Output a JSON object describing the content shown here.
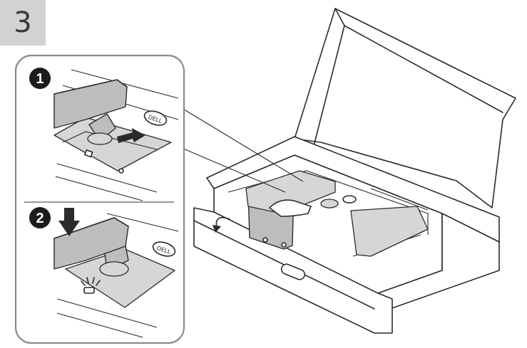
{
  "step_number": "3",
  "sub_steps": [
    "1",
    "2"
  ],
  "logo_text": "DELL",
  "icons": [
    "push-arrow-icon",
    "press-down-arrow-icon",
    "click-indicator-icon",
    "rotate-arrow-icon"
  ],
  "colors": {
    "badge": "#d2d2d2",
    "stand_grey": "#bdbdbd",
    "line": "#2b2b2b"
  }
}
